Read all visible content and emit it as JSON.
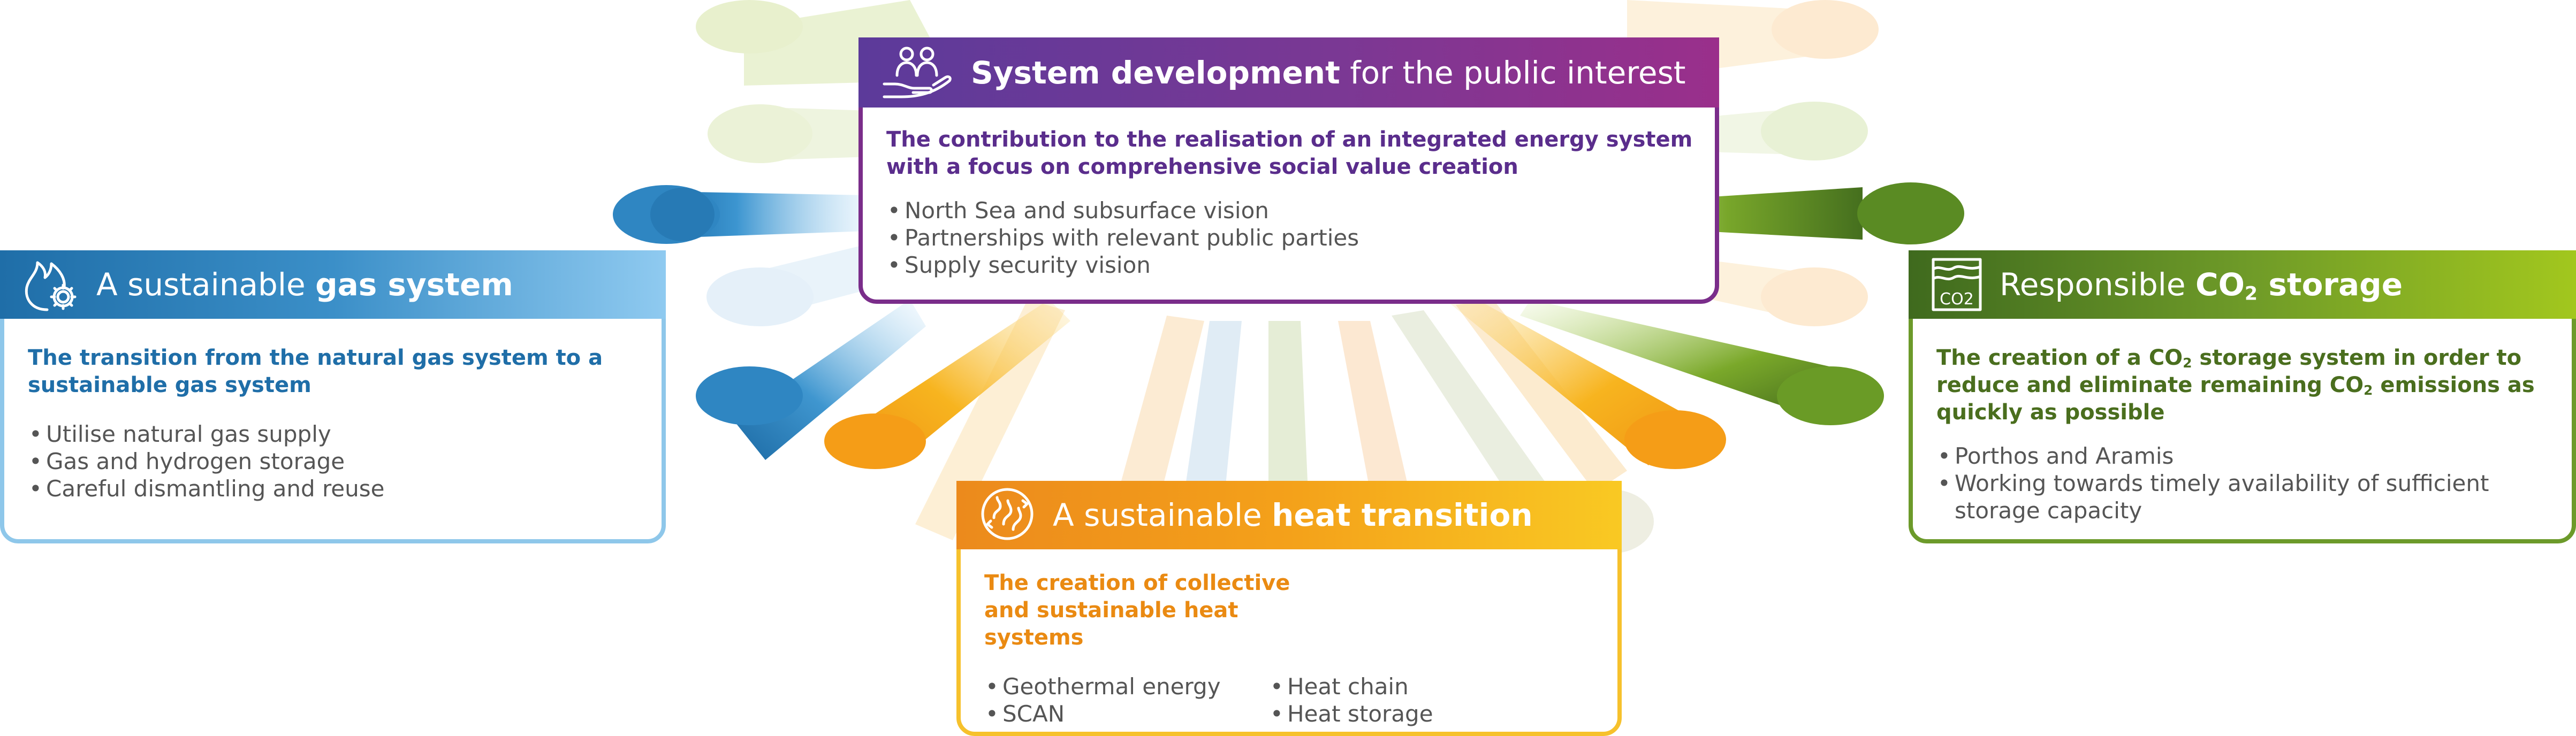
{
  "colors": {
    "system": "#7a2d8a",
    "gas": "#1f6ea8",
    "co2": "#4a6e1e",
    "heat": "#ea8a12"
  },
  "cards": {
    "system": {
      "icon": "people-hand-icon",
      "title_bold": "System development",
      "title_rest": " for the public interest",
      "intro": "The contribution to the realisation of an integrated energy system with a focus on comprehensive social value creation",
      "bullets": [
        "North Sea and subsurface vision",
        "Partnerships with relevant public parties",
        "Supply security vision"
      ]
    },
    "gas": {
      "icon": "flame-gear-icon",
      "title_pre": "A sustainable ",
      "title_bold": "gas system",
      "intro": "The transition from the natural gas system to a sustainable gas system",
      "bullets": [
        "Utilise natural gas supply",
        "Gas and hydrogen storage",
        "Careful dismantling and reuse"
      ]
    },
    "co2": {
      "icon": "co2-storage-icon",
      "icon_label": "CO2",
      "title_pre": "Responsible ",
      "title_bold": "CO",
      "title_sub": "2",
      "title_post": " storage",
      "intro_a": "The creation of a CO",
      "intro_sub1": "2",
      "intro_b": " storage system in order to reduce and eliminate remaining CO",
      "intro_sub2": "2",
      "intro_c": " emissions as quickly as possible",
      "bullets": [
        "Porthos and Aramis",
        "Working towards timely availability of sufficient storage capacity"
      ]
    },
    "heat": {
      "icon": "heat-flow-icon",
      "title_pre": "A sustainable ",
      "title_bold": "heat transition",
      "intro": "The creation of collective and sustainable heat systems",
      "bullets_left": [
        "Geothermal energy",
        "SCAN"
      ],
      "bullets_right": [
        "Heat chain",
        "Heat storage"
      ]
    }
  }
}
